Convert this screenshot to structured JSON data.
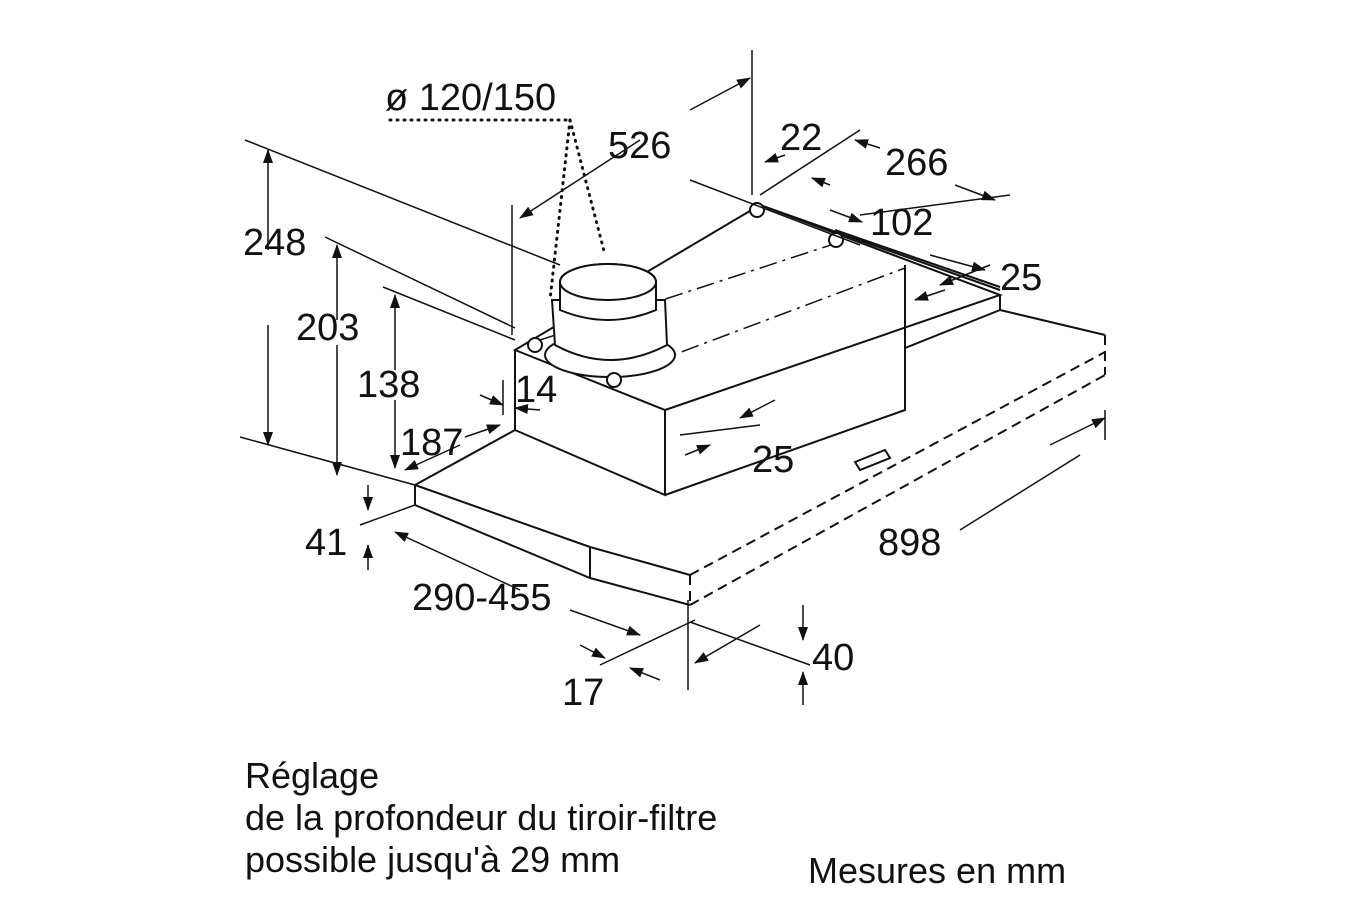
{
  "diagram": {
    "duct_diameter": "ø 120/150",
    "dimensions": {
      "d526": "526",
      "d22": "22",
      "d266": "266",
      "d102": "102",
      "d25_right": "25",
      "d248": "248",
      "d203": "203",
      "d138": "138",
      "d14": "14",
      "d187": "187",
      "d25_mid": "25",
      "d41": "41",
      "d898": "898",
      "d290_455": "290-455",
      "d40": "40",
      "d17": "17"
    }
  },
  "notes": {
    "line1": "Réglage",
    "line2": "de la profondeur du tiroir-filtre",
    "line3": "possible jusqu'à 29 mm",
    "units": "Mesures en mm"
  }
}
